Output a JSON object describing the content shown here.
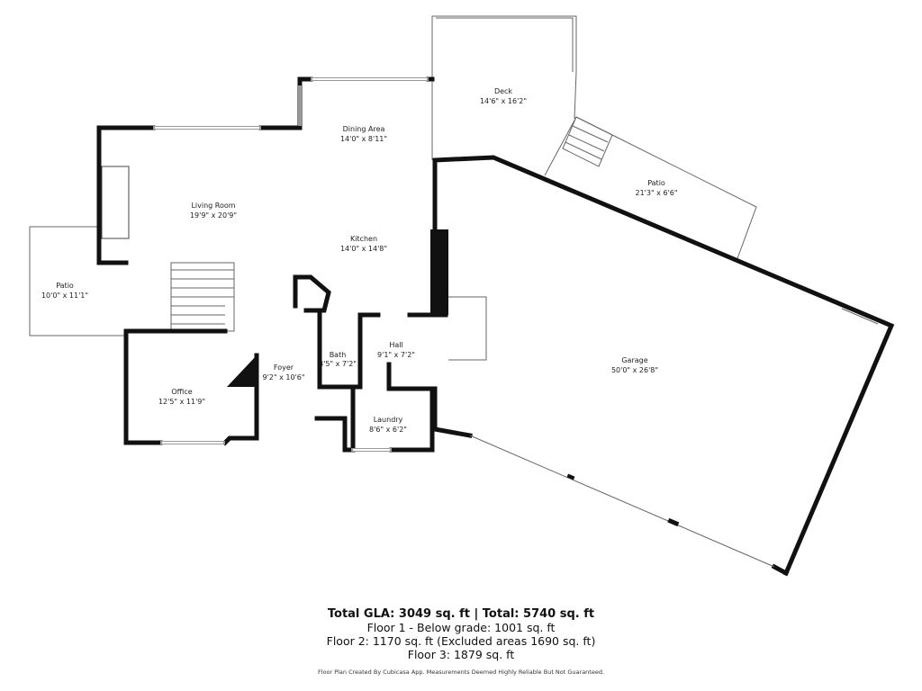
{
  "rooms": [
    {
      "name": "Deck",
      "size": "14'6\" x 16'2\""
    },
    {
      "name": "Dining Area",
      "size": "14'0\" x 8'11\""
    },
    {
      "name": "Living Room",
      "size": "19'9\" x 20'9\""
    },
    {
      "name": "Patio",
      "size": "21'3\" x 6'6\""
    },
    {
      "name": "Kitchen",
      "size": "14'0\" x 14'8\""
    },
    {
      "name": "Patio",
      "size": "10'0\" x 11'1\""
    },
    {
      "name": "Bath",
      "size": "3'5\" x 7'2\""
    },
    {
      "name": "Hall",
      "size": "9'1\" x 7'2\""
    },
    {
      "name": "Garage",
      "size": "50'0\" x 26'8\""
    },
    {
      "name": "Foyer",
      "size": "9'2\" x 10'6\""
    },
    {
      "name": "Office",
      "size": "12'5\" x 11'9\""
    },
    {
      "name": "Laundry",
      "size": "8'6\" x 6'2\""
    }
  ],
  "summary": {
    "total": "Total GLA: 3049 sq. ft | Total: 5740 sq. ft",
    "floor1": "Floor 1 - Below grade: 1001 sq. ft",
    "floor2": "Floor 2: 1170 sq. ft (Excluded areas 1690 sq. ft)",
    "floor3": "Floor 3: 1879 sq. ft",
    "disclaimer": "Floor Plan Created By Cubicasa App. Measurements Deemed Highly Reliable But Not Guaranteed."
  }
}
